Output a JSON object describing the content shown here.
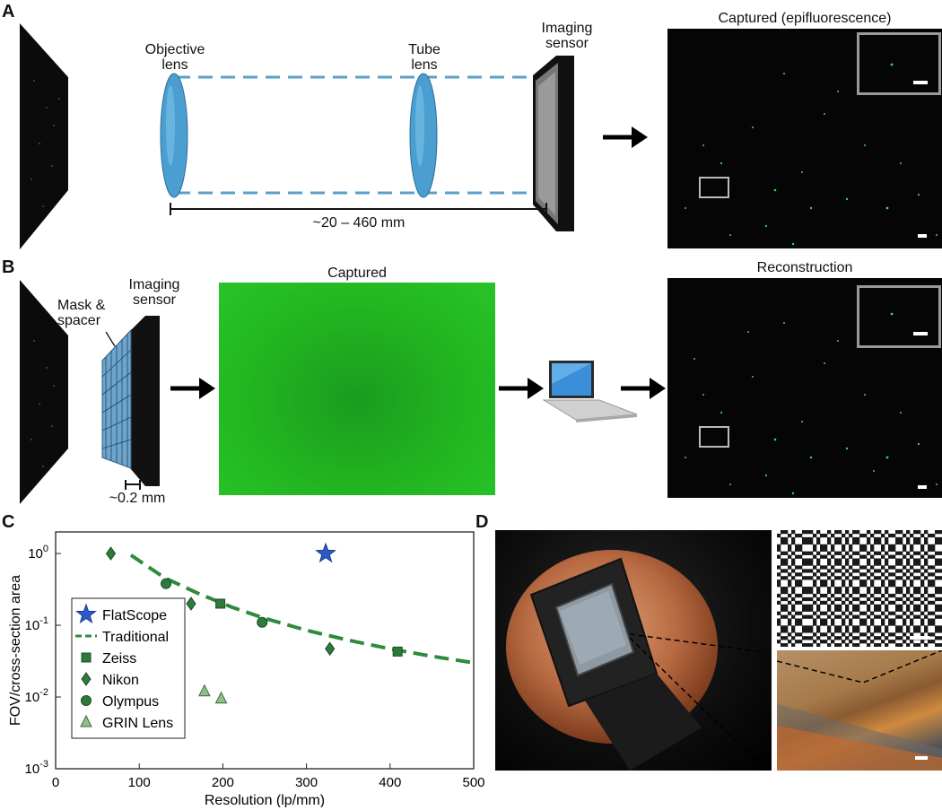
{
  "panels": {
    "a": "A",
    "b": "B",
    "c": "C",
    "d": "D"
  },
  "panel_a": {
    "objective_label": "Objective\nlens",
    "tube_label": "Tube\nlens",
    "sensor_label": "Imaging\nsensor",
    "distance_label": "~20 – 460 mm",
    "captured_title": "Captured (epifluorescence)"
  },
  "panel_b": {
    "mask_label": "Mask &\nspacer",
    "sensor_label": "Imaging\nsensor",
    "thickness_label": "~0.2 mm",
    "captured_title": "Captured",
    "reconstruction_title": "Reconstruction",
    "captured_color": "#22b520"
  },
  "colors": {
    "lens": "#4a9fd0",
    "ray": "#5aa0c8",
    "trend": "#2e8b3e",
    "marker": "#2e7a3a",
    "grin": "#8fbf8a",
    "star": "#2a5cc8",
    "fluor": "#4cff5a"
  },
  "chart_data": {
    "type": "scatter",
    "xlabel": "Resolution (lp/mm)",
    "ylabel": "FOV/cross-section area",
    "xlim": [
      0,
      500
    ],
    "ylim": [
      0.001,
      2
    ],
    "yscale": "log",
    "xticks": [
      "0",
      "100",
      "200",
      "300",
      "400",
      "500"
    ],
    "yticks": [
      "10^0",
      "10^-1",
      "10^-2",
      "10^-3"
    ],
    "legend_position": "left",
    "series": [
      {
        "name": "FlatScope",
        "marker": "star",
        "points": [
          [
            323,
            1.0
          ]
        ]
      },
      {
        "name": "Traditional",
        "marker": "dashed-line",
        "points": [
          [
            90,
            0.95
          ],
          [
            130,
            0.46
          ],
          [
            170,
            0.28
          ],
          [
            210,
            0.18
          ],
          [
            250,
            0.125
          ],
          [
            300,
            0.085
          ],
          [
            350,
            0.062
          ],
          [
            400,
            0.047
          ],
          [
            450,
            0.037
          ],
          [
            500,
            0.03
          ]
        ]
      },
      {
        "name": "Zeiss",
        "marker": "square",
        "points": [
          [
            197,
            0.2
          ],
          [
            409,
            0.043
          ]
        ]
      },
      {
        "name": "Nikon",
        "marker": "diamond",
        "points": [
          [
            66,
            1.0
          ],
          [
            162,
            0.2
          ],
          [
            328,
            0.047
          ]
        ]
      },
      {
        "name": "Olympus",
        "marker": "circle",
        "points": [
          [
            132,
            0.38
          ],
          [
            247,
            0.11
          ]
        ]
      },
      {
        "name": "GRIN Lens",
        "marker": "triangle",
        "points": [
          [
            178,
            0.012
          ],
          [
            198,
            0.0095
          ]
        ]
      }
    ]
  }
}
